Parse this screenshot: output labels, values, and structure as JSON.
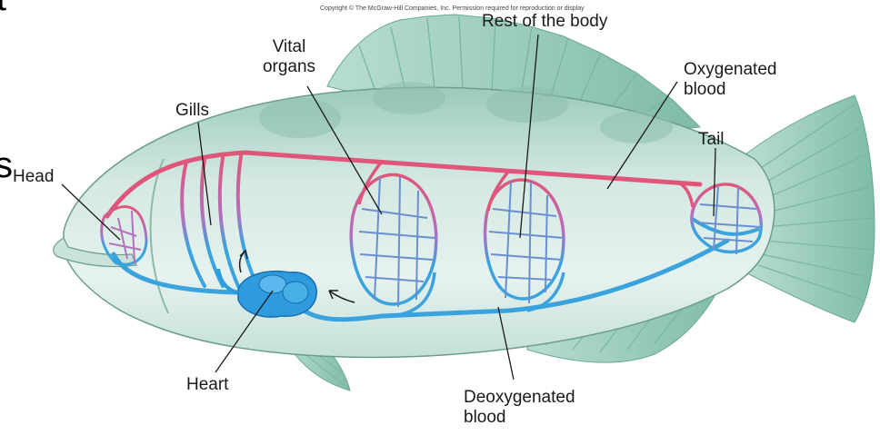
{
  "copyright": "Copyright © The McGraw-Hill Companies, Inc. Permission required for reproduction or display",
  "edge_glyphs": {
    "top_left": "t",
    "left": "s"
  },
  "labels": {
    "rest_of_body": "Rest of the body",
    "vital_line1": "Vital",
    "vital_line2": "organs",
    "oxy_line1": "Oxygenated",
    "oxy_line2": "blood",
    "gills": "Gills",
    "head": "Head",
    "tail": "Tail",
    "heart": "Heart",
    "deoxy_line1": "Deoxygenated",
    "deoxy_line2": "blood"
  },
  "colors": {
    "body_fill": "#dfeeea",
    "body_shade": "#a9cfc4",
    "fin": "#8fc3b3",
    "oxygenated": "#e0567a",
    "deoxygenated": "#3aa3dd",
    "heart": "#2e9bdf"
  }
}
